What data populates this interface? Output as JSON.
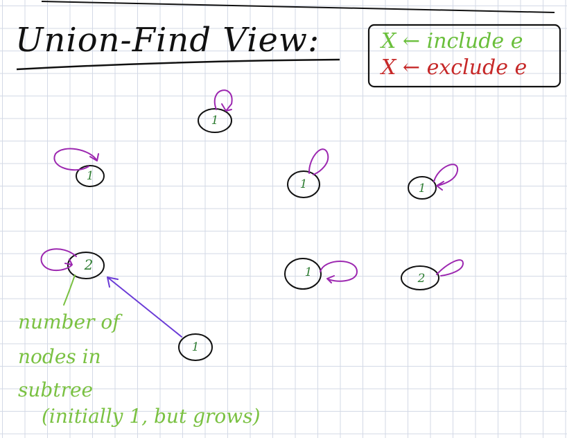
{
  "title": "Union-Find View:",
  "legend": {
    "include": {
      "symbol": "X",
      "arrow": "←",
      "text": "include e",
      "color": "#6abf3b"
    },
    "exclude": {
      "symbol": "X",
      "arrow": "←",
      "text": "exclude e",
      "color": "#c62828"
    }
  },
  "nodes": [
    {
      "id": "top",
      "count": "1"
    },
    {
      "id": "left-mid",
      "count": "1"
    },
    {
      "id": "center-mid",
      "count": "1"
    },
    {
      "id": "right-mid",
      "count": "1"
    },
    {
      "id": "left-bottom",
      "count": "2"
    },
    {
      "id": "center-bottom",
      "count": "1"
    },
    {
      "id": "right-bottom",
      "count": "2"
    },
    {
      "id": "child",
      "count": "1"
    }
  ],
  "annotation": {
    "lines": [
      "number of",
      "nodes in",
      "subtree",
      "(initially 1, but grows)"
    ]
  },
  "colors": {
    "self_loop": "#9c27b0",
    "node_stroke": "#111111",
    "count_text": "#2e7d32",
    "note": "#7ac142"
  }
}
